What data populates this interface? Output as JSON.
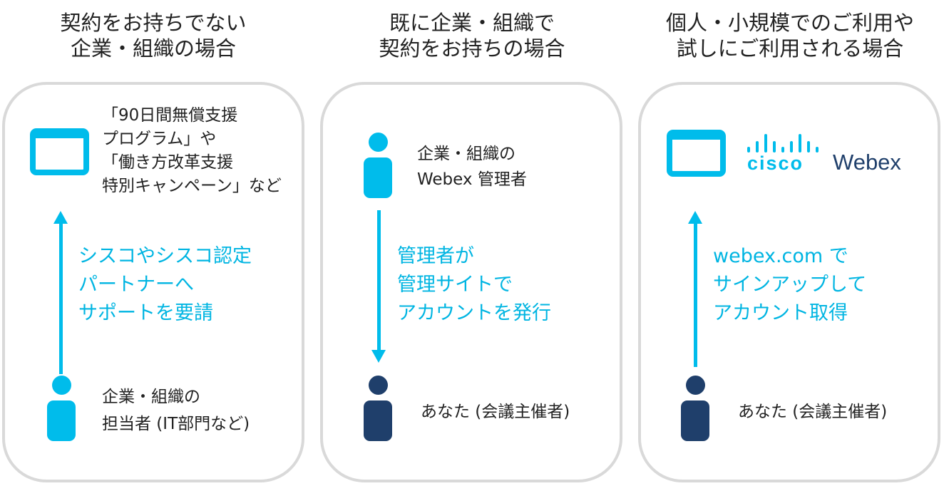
{
  "columns": [
    {
      "heading": [
        "契約をお持ちでない",
        "企業・組織の場合"
      ],
      "top_text": [
        "「90日間無償支援",
        "プログラム」や",
        "「働き方改革支援",
        "特別キャンペーン」など"
      ],
      "action": [
        "シスコやシスコ認定",
        "パートナーへ",
        "サポートを要請"
      ],
      "bottom_text": [
        "企業・組織の",
        "担当者 (IT部門など)"
      ]
    },
    {
      "heading": [
        "既に企業・組織で",
        "契約をお持ちの場合"
      ],
      "top_text": [
        "企業・組織の",
        "Webex 管理者"
      ],
      "action": [
        "管理者が",
        "管理サイトで",
        "アカウントを発行"
      ],
      "bottom_text": [
        "あなた (会議主催者)"
      ]
    },
    {
      "heading": [
        "個人・小規模でのご利用や",
        "試しにご利用される場合"
      ],
      "logo": {
        "brand": "cisco",
        "product": "Webex"
      },
      "action": [
        "webex.com で",
        "サインアップして",
        "アカウント取得"
      ],
      "bottom_text": [
        "あなた (会議主催者)"
      ]
    }
  ],
  "colors": {
    "accent": "#00bceb",
    "dark": "#1f3f6b",
    "border": "#d9d9d9"
  }
}
